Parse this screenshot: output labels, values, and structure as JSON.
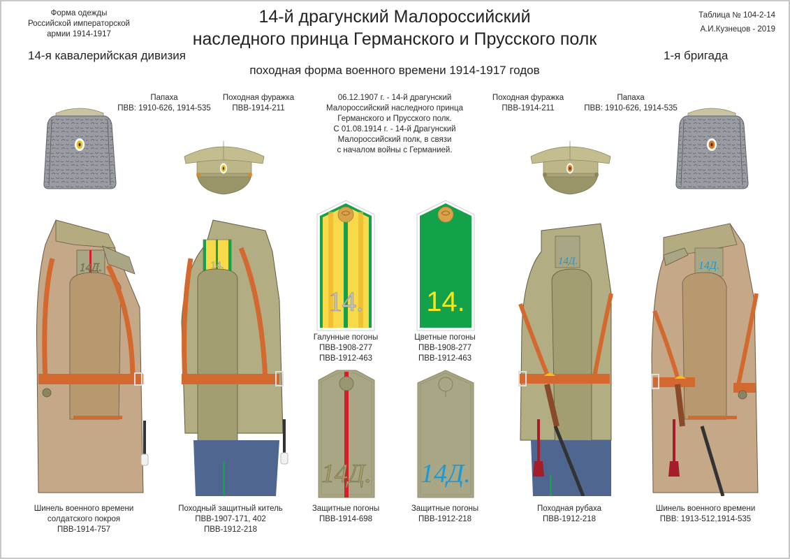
{
  "header": {
    "left_note": [
      "Форма одежды",
      "Российской императорской",
      "армии  1914-1917"
    ],
    "title": [
      "14-й драгунский Малороссийский",
      "наследного принца Германского и Прусского полк"
    ],
    "right_note": [
      "Таблица № 104-2-14",
      "А.И.Кузнецов - 2019"
    ],
    "division": "14-я кавалерийская дивизия",
    "brigade": "1-я бригада",
    "subtitle": "походная форма военного времени 1914-1917 годов"
  },
  "history_note": [
    "06.12.1907 г. - 14-й драгунский",
    "Малороссийский наследного принца",
    "Германского и Прусского полк.",
    "С 01.08.1914 г. - 14-й Драгунский",
    "Малороссийский полк, в связи",
    "с началом войны с Германией."
  ],
  "headwear": [
    {
      "id": "papakha-left",
      "lines": [
        "Папаха",
        "ПВВ: 1910-626, 1914-535"
      ],
      "cockade": "yellow"
    },
    {
      "id": "cap-left",
      "lines": [
        "Походная фуражка",
        "ПВВ-1914-211"
      ],
      "cockade": "yellow"
    },
    {
      "id": "cap-right",
      "lines": [
        "Походная фуражка",
        "ПВВ-1914-211"
      ],
      "cockade": "orange"
    },
    {
      "id": "papakha-right",
      "lines": [
        "Папаха",
        "ПВВ: 1910-626, 1914-535"
      ],
      "cockade": "orange"
    }
  ],
  "shoulder_boards": [
    {
      "id": "galloon",
      "marking": "14.",
      "lines": [
        "Галунные погоны",
        "ПВВ-1908-277",
        "ПВВ-1912-463"
      ]
    },
    {
      "id": "colored",
      "marking": "14.",
      "lines": [
        "Цветные погоны",
        "ПВВ-1908-277",
        "ПВВ-1912-463"
      ]
    },
    {
      "id": "protective-1914",
      "marking": "14Д.",
      "lines": [
        "Защитные погоны",
        "ПВВ-1914-698"
      ]
    },
    {
      "id": "protective-1912",
      "marking": "14Д.",
      "lines": [
        "Защитные  погоны",
        "ПВВ-1912-218"
      ]
    }
  ],
  "figures": [
    {
      "id": "greatcoat-left",
      "epaulette": "14Д.",
      "lines": [
        "Шинель военного времени",
        "солдатского покроя",
        "ПВВ-1914-757"
      ]
    },
    {
      "id": "tunic-left",
      "epaulette": "14.",
      "lines": [
        "Походный защитный китель",
        "ПВВ-1907-171, 402",
        "ПВВ-1912-218"
      ]
    },
    {
      "id": "shirt-right",
      "epaulette": "14Д.",
      "lines": [
        "Походная рубаха",
        "ПВВ-1912-218"
      ]
    },
    {
      "id": "greatcoat-right",
      "epaulette": "14Д.",
      "lines": [
        "Шинель военного времени",
        "ПВВ: 1913-512,1914-535"
      ]
    }
  ],
  "colors": {
    "khaki": "#b3ad84",
    "khaki_dark": "#8f8a63",
    "greatcoat": "#c4a887",
    "greatcoat_dark": "#a88d6c",
    "strap": "#d4692f",
    "trousers": "#4f6690",
    "papakha": "#9a9ca3",
    "galloon_yellow": "#f8d94a",
    "regiment_green": "#13a24a",
    "cipher_blue": "#1a9ad6",
    "stripe_red": "#d41f26",
    "tassel_red": "#a51c2a",
    "brass": "#e8b64a",
    "cockade_orange": "#e0781c"
  }
}
